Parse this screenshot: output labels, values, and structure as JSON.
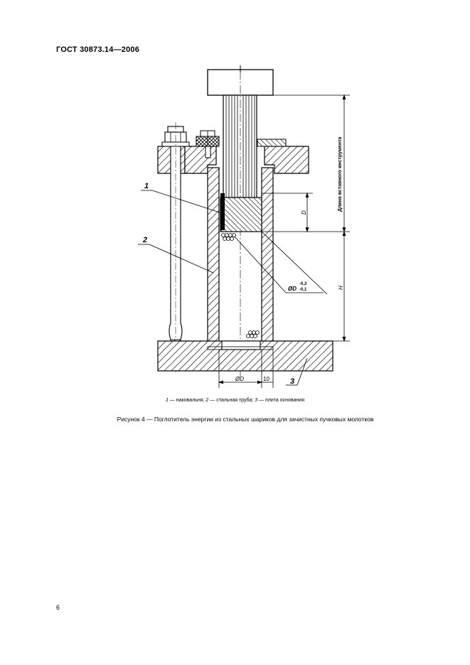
{
  "header": {
    "doc_id": "ГОСТ 30873.14—2006"
  },
  "figure": {
    "callouts": {
      "c1": "1",
      "c2": "2",
      "c3": "3"
    },
    "dimensions": {
      "tool_length": "Длина вставного инструмента",
      "d": "D",
      "h": "H",
      "dia_upper": "ØD",
      "tol_upper": "-0,3",
      "tol_lower": "-0,1",
      "dia_bottom": "ØD",
      "wall": "10"
    },
    "legend": {
      "n1": "1",
      "t1": " — наковальня, ",
      "n2": "2",
      "t2": " — стальная труба; ",
      "n3": "3",
      "t3": " — плита основания"
    },
    "caption": "Рисунок 4 — Поглотитель энергии из стальных шариков для зачистных пучковых молотков"
  },
  "page_number": "6"
}
